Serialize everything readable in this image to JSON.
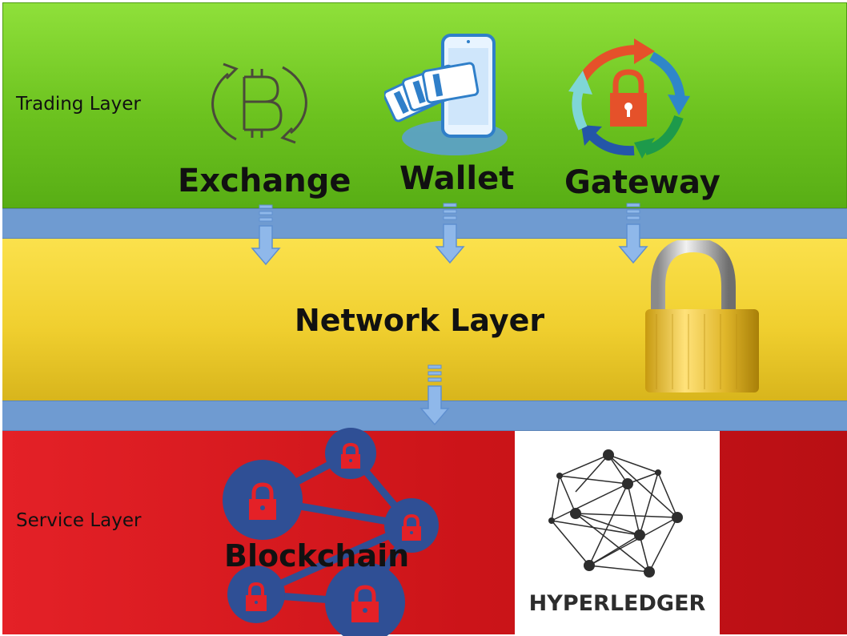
{
  "layers": {
    "trading": {
      "label": "Trading Layer"
    },
    "network": {
      "label": "Network Layer"
    },
    "service": {
      "label": "Service Layer"
    }
  },
  "components": {
    "exchange": "Exchange",
    "wallet": "Wallet",
    "gateway": "Gateway",
    "blockchain": "Blockchain",
    "hyperledger": "HYPERLEDGER"
  },
  "colors": {
    "trading_layer": "#6cc21f",
    "network_layer": "#f0cf2f",
    "service_layer": "#cc1419",
    "connector_band": "#6f9bd1",
    "arrow": "#8fb8ea",
    "blockchain_node": "#2f4f95"
  },
  "icons": [
    "bitcoin-exchange-icon",
    "wallet-phone-cards-icon",
    "gateway-lock-cycle-icon",
    "padlock-icon",
    "blockchain-network-icon",
    "hyperledger-logo"
  ]
}
